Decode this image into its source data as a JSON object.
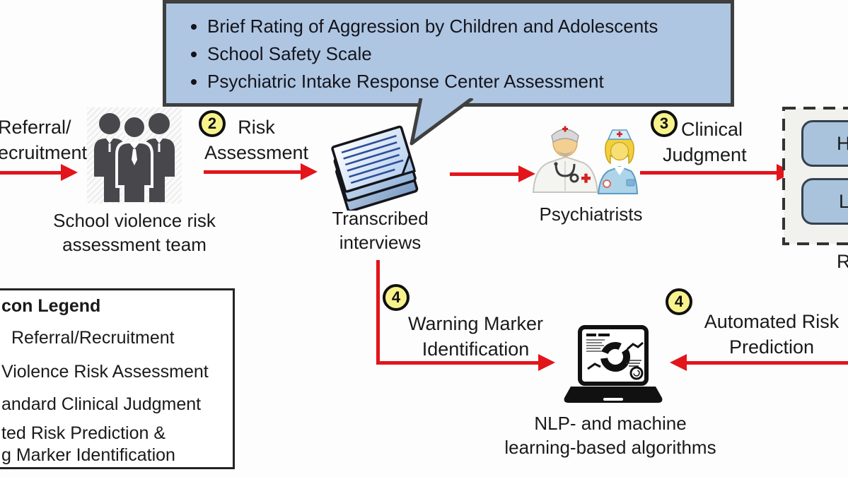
{
  "colors": {
    "arrow_red": "#e2151b",
    "callout_fill": "#aec6e2",
    "callout_border": "#3f3f3f",
    "badge_fill": "#f7f28c",
    "panel_fill": "#f1f1ee",
    "option_fill": "#a9c3dd",
    "text": "#1a1a1a"
  },
  "callout": {
    "bullets": [
      "Brief Rating of Aggression by Children and Adolescents",
      "School Safety Scale",
      "Psychiatric Intake Response Center Assessment"
    ]
  },
  "steps": {
    "referral": {
      "line1": "Referral/",
      "line2": "ecruitment"
    },
    "step2": {
      "badge": "2",
      "line1": "Risk",
      "line2": "Assessment"
    },
    "step3": {
      "badge": "3",
      "line1": "Clinical",
      "line2": "Judgment"
    },
    "step4_warning": {
      "badge": "4",
      "line1": "Warning Marker",
      "line2": "Identification"
    },
    "step4_automated": {
      "badge": "4",
      "line1": "Automated Risk",
      "line2": "Prediction"
    }
  },
  "nodes": {
    "team": {
      "line1": "School violence risk",
      "line2": "assessment team"
    },
    "interviews": {
      "line1": "Transcribed",
      "line2": "interviews"
    },
    "psychiatrists": {
      "label": "Psychiatrists"
    },
    "algorithms": {
      "line1": "NLP- and machine",
      "line2": "learning-based algorithms"
    }
  },
  "risk_panel": {
    "option_high": "H",
    "option_low": "L",
    "caption": "R"
  },
  "legend": {
    "title": "con Legend",
    "items": [
      "Referral/Recruitment",
      "Violence Risk Assessment",
      "andard Clinical Judgment",
      "ted Risk Prediction &",
      "g Marker Identification"
    ]
  },
  "icons": {
    "team": "people-group-icon",
    "interviews": "document-stack-icon",
    "psychiatrists": "doctor-nurse-icon",
    "algorithms": "laptop-analytics-icon"
  }
}
